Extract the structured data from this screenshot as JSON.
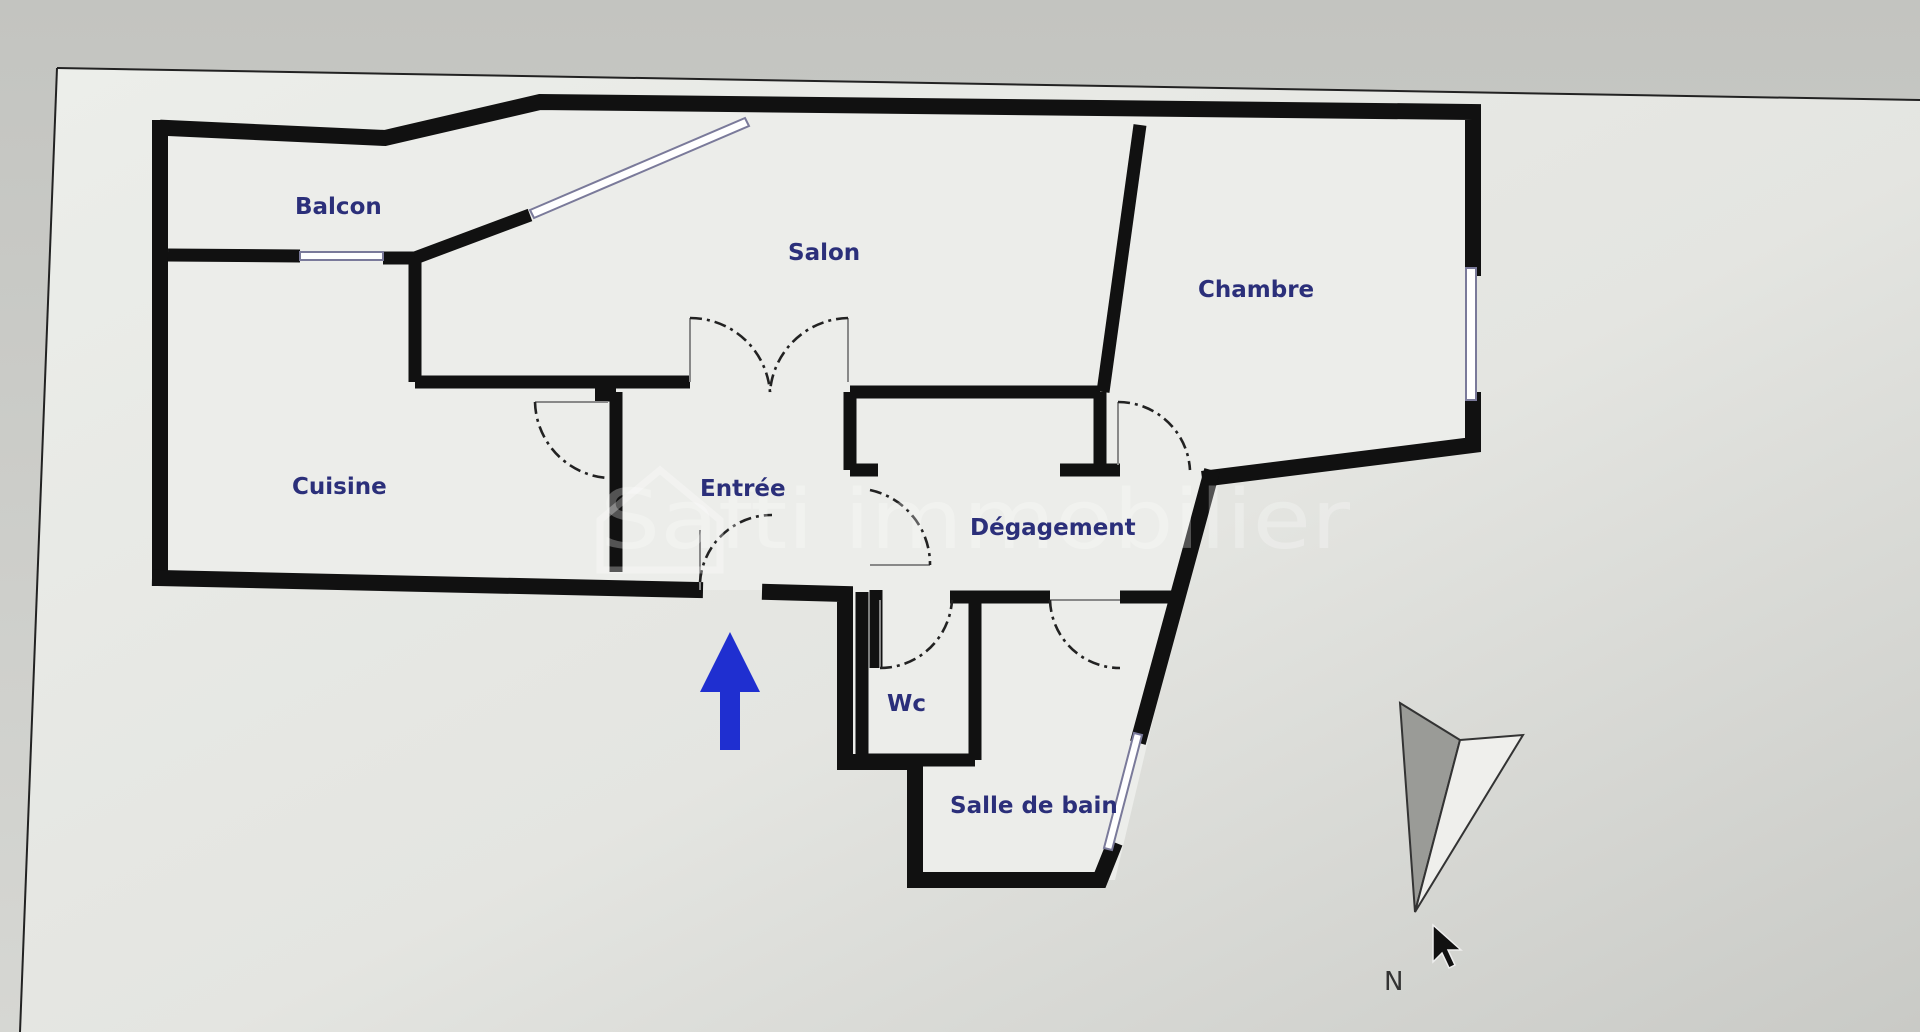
{
  "watermark": "Safti immobilier",
  "rooms": {
    "balcon": "Balcon",
    "salon": "Salon",
    "chambre": "Chambre",
    "cuisine": "Cuisine",
    "entree": "Entrée",
    "degagement": "Dégagement",
    "wc": "Wc",
    "salle_de_bain": "Salle de bain"
  },
  "compass": {
    "label": "N"
  },
  "colors": {
    "wall": "#111111",
    "label": "#2b2f7a",
    "entry_arrow": "#1f2fd0",
    "paper": "#e9eae6",
    "background": "#cfd0cc"
  },
  "icons": {
    "entry": "arrow-up-icon",
    "compass": "compass-icon",
    "cursor": "mouse-pointer-icon"
  }
}
